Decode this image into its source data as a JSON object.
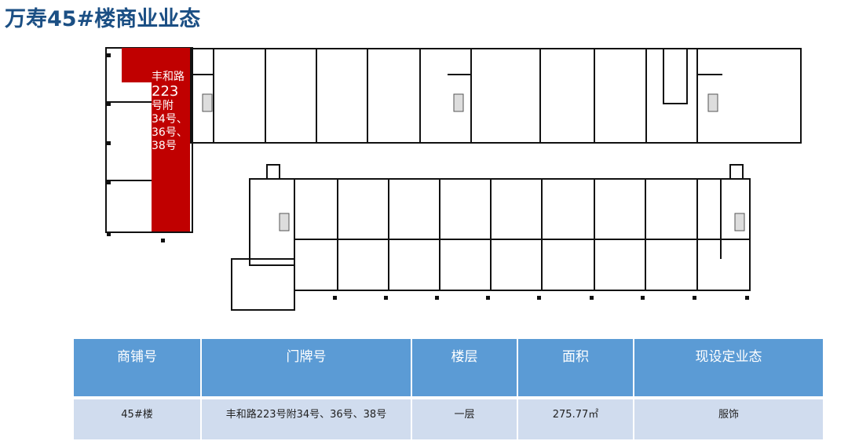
{
  "title": "万寿45#楼商业业态",
  "plan": {
    "highlight_label": [
      "丰和路",
      "223",
      "号附",
      "34号、",
      "36号、",
      "38号"
    ],
    "highlight_color": "#c00000"
  },
  "table": {
    "headers": [
      "商铺号",
      "门牌号",
      "楼层",
      "面积",
      "现设定业态"
    ],
    "rows": [
      [
        "45#楼",
        "丰和路223号附34号、36号、38号",
        "一层",
        "275.77㎡",
        "服饰"
      ]
    ]
  }
}
